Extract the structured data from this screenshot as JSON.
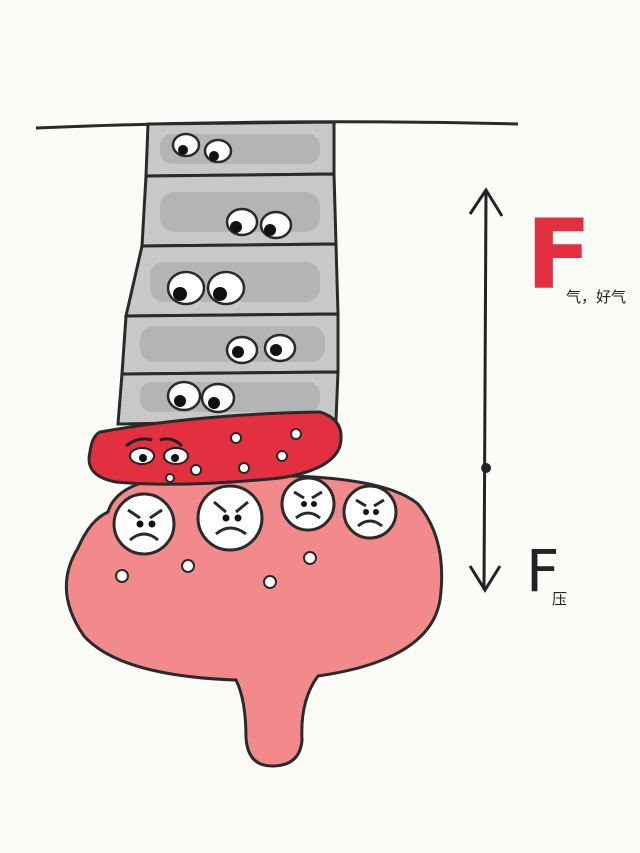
{
  "labels": {
    "force_up": "F",
    "force_up_sub": "气，好气",
    "force_down": "F",
    "force_down_sub": "压"
  },
  "colors": {
    "stack_fill": "#c8c8c8",
    "stack_inner": "#b4b4b4",
    "red_layer": "#e23040",
    "pink_cushion": "#f28a8c",
    "outline": "#2a2a2a",
    "force_red": "#e23040"
  }
}
